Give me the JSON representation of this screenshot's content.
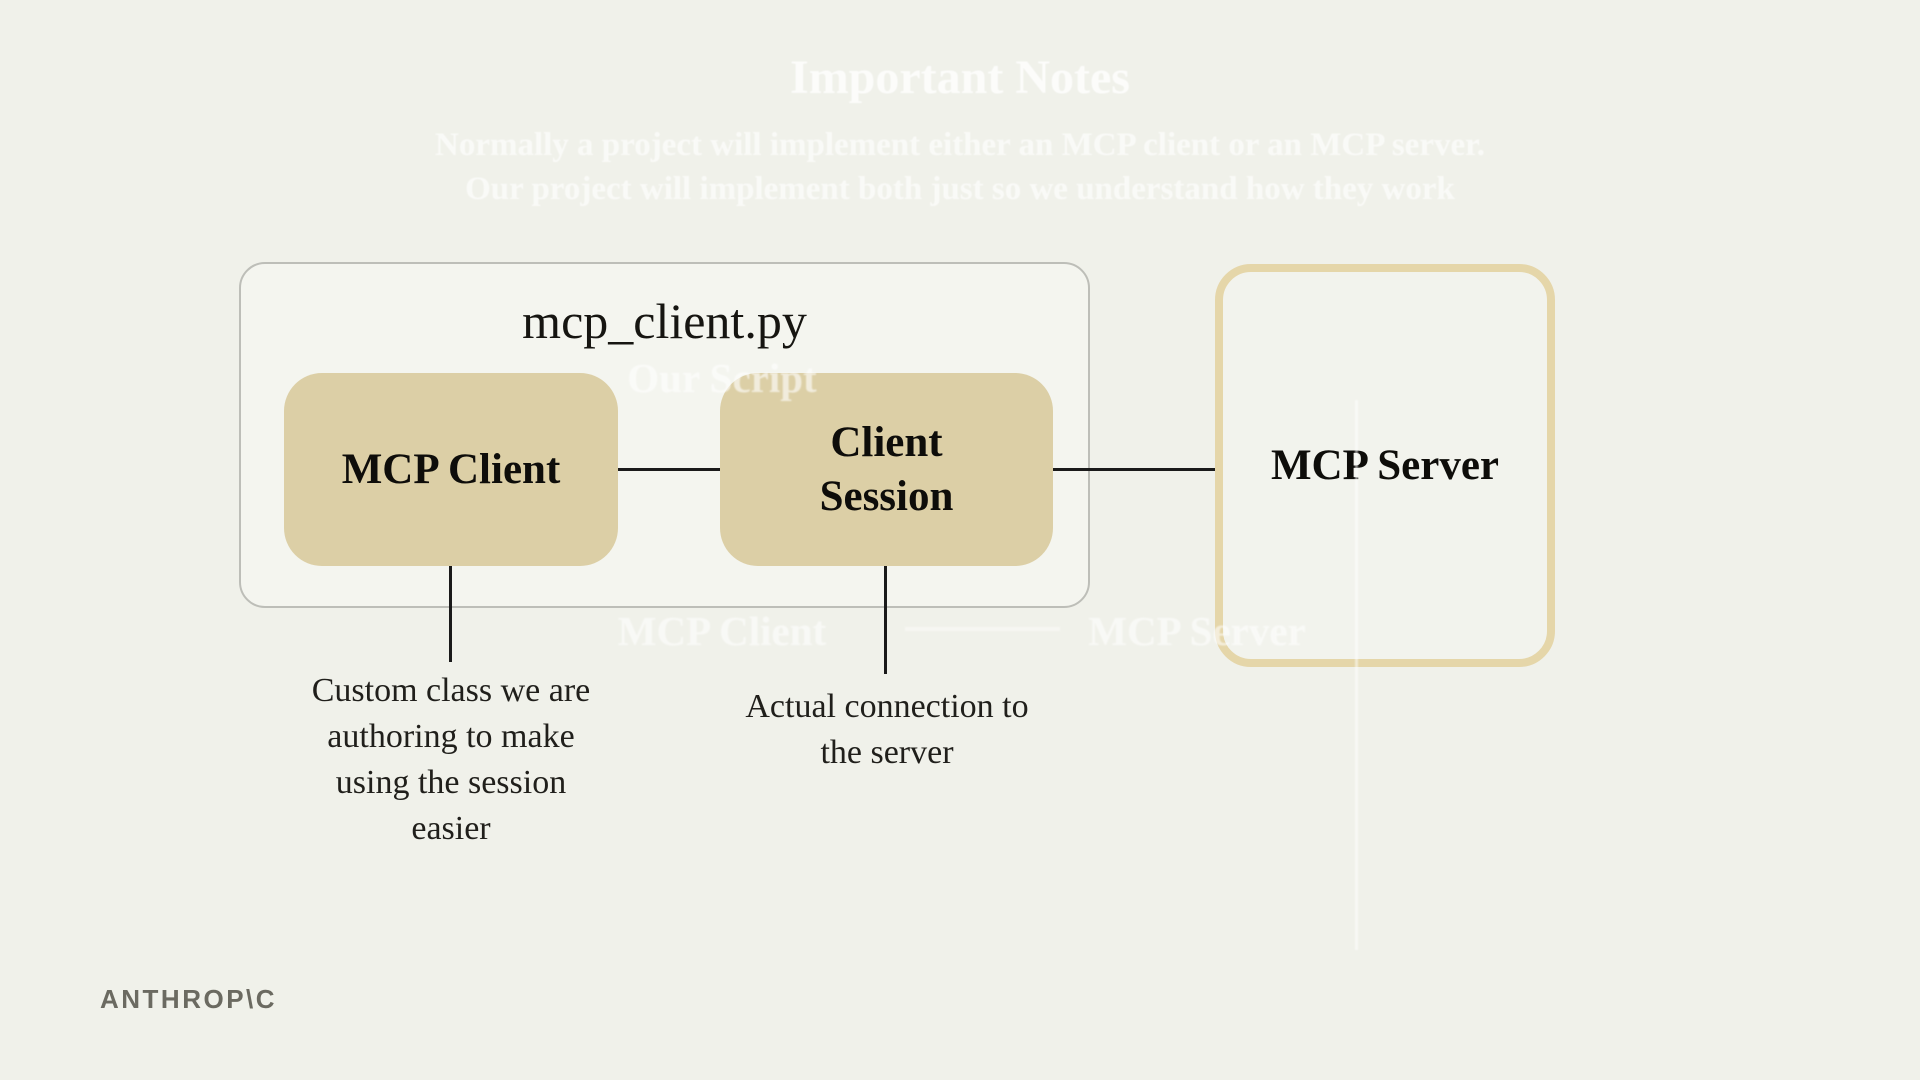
{
  "colors": {
    "background": "#f0f1ea",
    "container_fill": "#f4f5ef",
    "container_border": "#bdbeb8",
    "box_fill": "#dccfa6",
    "server_border": "#e5d6a9",
    "connector_line": "#1a1a1a",
    "text": "#201f1b",
    "logo": "#6b6a61",
    "ghost_text": "#ffffff"
  },
  "watermark": {
    "title": "Important Notes",
    "lines": [
      "Normally a project will implement either an MCP client or an MCP server.",
      "Our project will implement both just so we understand how they work"
    ],
    "ghost_title": "Our Script",
    "ghost_client_label": "MCP Client",
    "ghost_server_label": "MCP Server"
  },
  "diagram": {
    "file_title": "mcp_client.py",
    "mcp_client_label": "MCP Client",
    "client_session": {
      "lines": [
        "Client",
        "Session"
      ]
    },
    "mcp_server_label": "MCP Server",
    "annotation_client": {
      "lines": [
        "Custom class we are",
        "authoring to make",
        "using the session",
        "easier"
      ]
    },
    "annotation_session": {
      "lines": [
        "Actual connection to",
        "the server"
      ]
    }
  },
  "footer": {
    "logo": "ANTHROP\\C"
  }
}
